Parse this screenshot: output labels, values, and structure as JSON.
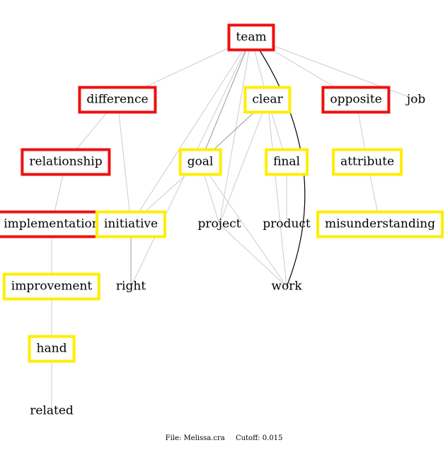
{
  "colors": {
    "red": "#ee1111",
    "yellow": "#ffee00",
    "edge": "#cccccc",
    "edge_strong": "#000000"
  },
  "nodes": {
    "team": {
      "label": "team",
      "frame": "red"
    },
    "difference": {
      "label": "difference",
      "frame": "red"
    },
    "clear": {
      "label": "clear",
      "frame": "yellow"
    },
    "opposite": {
      "label": "opposite",
      "frame": "red"
    },
    "job": {
      "label": "job",
      "frame": "none"
    },
    "relationship": {
      "label": "relationship",
      "frame": "red"
    },
    "goal": {
      "label": "goal",
      "frame": "yellow"
    },
    "final": {
      "label": "final",
      "frame": "yellow"
    },
    "attribute": {
      "label": "attribute",
      "frame": "yellow"
    },
    "implementation": {
      "label": "implementation",
      "frame": "red"
    },
    "initiative": {
      "label": "initiative",
      "frame": "yellow"
    },
    "project": {
      "label": "project",
      "frame": "none"
    },
    "product": {
      "label": "product",
      "frame": "none"
    },
    "misunderstanding": {
      "label": "misunderstanding",
      "frame": "yellow"
    },
    "improvement": {
      "label": "improvement",
      "frame": "yellow"
    },
    "right": {
      "label": "right",
      "frame": "none"
    },
    "work": {
      "label": "work",
      "frame": "none"
    },
    "hand": {
      "label": "hand",
      "frame": "yellow"
    },
    "related": {
      "label": "related",
      "frame": "none"
    }
  },
  "edges": [
    [
      "team",
      "difference",
      "light"
    ],
    [
      "team",
      "initiative",
      "light"
    ],
    [
      "team",
      "goal",
      "mid"
    ],
    [
      "team",
      "project",
      "light"
    ],
    [
      "team",
      "right",
      "light"
    ],
    [
      "team",
      "clear",
      "light"
    ],
    [
      "team",
      "work",
      "strong"
    ],
    [
      "team",
      "opposite",
      "light"
    ],
    [
      "team",
      "job",
      "light"
    ],
    [
      "difference",
      "relationship",
      "light"
    ],
    [
      "difference",
      "initiative",
      "light"
    ],
    [
      "clear",
      "goal",
      "mid"
    ],
    [
      "clear",
      "project",
      "light"
    ],
    [
      "clear",
      "final",
      "light"
    ],
    [
      "clear",
      "work",
      "light"
    ],
    [
      "opposite",
      "attribute",
      "light"
    ],
    [
      "relationship",
      "implementation",
      "light"
    ],
    [
      "goal",
      "initiative",
      "light"
    ],
    [
      "goal",
      "project",
      "light"
    ],
    [
      "goal",
      "work",
      "light"
    ],
    [
      "final",
      "product",
      "light"
    ],
    [
      "attribute",
      "misunderstanding",
      "light"
    ],
    [
      "implementation",
      "improvement",
      "light"
    ],
    [
      "initiative",
      "right",
      "mid"
    ],
    [
      "project",
      "work",
      "light"
    ],
    [
      "improvement",
      "hand",
      "light"
    ],
    [
      "hand",
      "related",
      "light"
    ]
  ],
  "footer": {
    "file": "File: Melissa.cra",
    "cutoff": "Cutoff: 0.015"
  }
}
